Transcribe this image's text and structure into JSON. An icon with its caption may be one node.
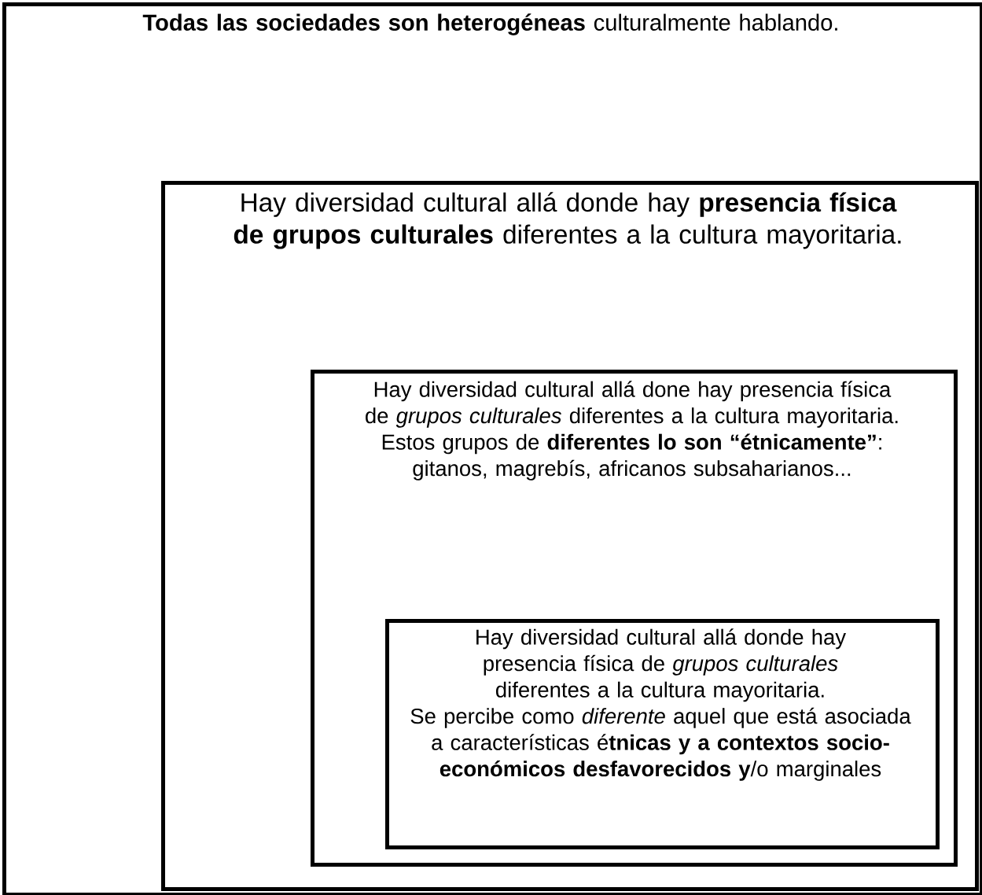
{
  "diagram": {
    "nodes": [
      {
        "text": [
          "**Todas las sociedades son heterogéneas** culturalmente hablando."
        ]
      },
      {
        "text": [
          "Hay diversidad cultural allá donde hay **presencia física de grupos culturales** diferentes a la cultura mayoritaria."
        ],
        "in": 0
      },
      {
        "text": [
          "Hay diversidad cultural allá done hay presencia física de *grupos culturales* diferentes a la cultura mayoritaria. Estos grupos de **diferentes lo son “étnicamente”**: gitanos, magrebís, africanos subsaharianos..."
        ],
        "in": 1
      },
      {
        "text": [
          "Hay diversidad cultural allá donde hay presencia física de *grupos culturales* diferentes a la cultura mayoritaria.",
          "Se percibe como *diferente* aquel que está asociada a características é**tnicas y a contextos socio-económicos desfavorecidos y**/o marginales"
        ],
        "in": 2
      }
    ]
  }
}
